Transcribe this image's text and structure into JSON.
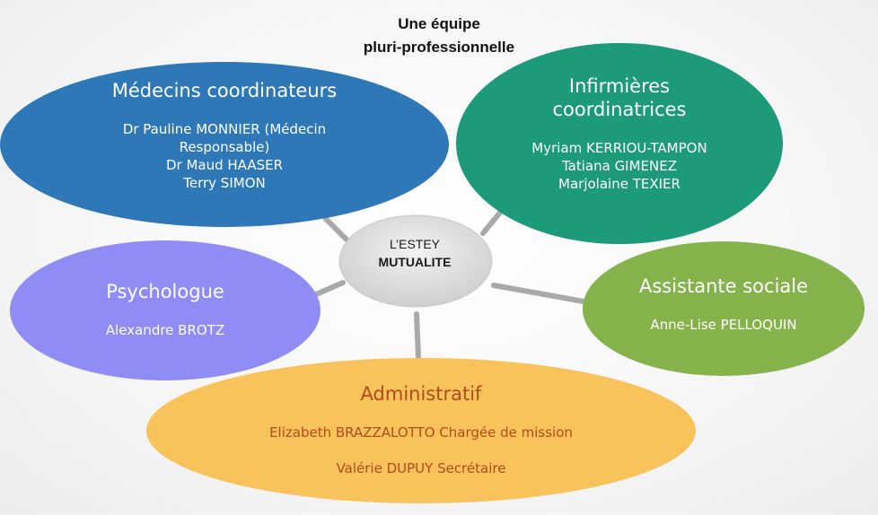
{
  "title": {
    "line1": "Une équipe",
    "line2": "pluri-professionnelle"
  },
  "center": {
    "line1": "L’ESTEY",
    "line2": "MUTUALITE"
  },
  "nodes": {
    "medecins": {
      "title": "Médecins coordinateurs",
      "lines": [
        "Dr Pauline MONNIER (Médecin",
        "Responsable)",
        "Dr Maud HAASER",
        "Terry SIMON"
      ],
      "color": "#2e78b8"
    },
    "infirmieres": {
      "title_line1": "Infirmières",
      "title_line2": "coordinatrices",
      "lines": [
        "Myriam KERRIOU-TAMPON",
        "Tatiana GIMENEZ",
        "Marjolaine TEXIER"
      ],
      "color": "#1c9a7a"
    },
    "psychologue": {
      "title": "Psychologue",
      "lines": [
        "Alexandre BROTZ"
      ],
      "color": "#8f8cf5"
    },
    "assistante": {
      "title": "Assistante sociale",
      "lines": [
        "Anne-Lise PELLOQUIN"
      ],
      "color": "#86b24c"
    },
    "administratif": {
      "title": "Administratif",
      "lines": [
        "Elizabeth BRAZZALOTTO  Chargée de mission",
        "Valérie DUPUY Secrétaire"
      ],
      "color": "#f8c35a"
    }
  },
  "center_color": "#d8d8d8",
  "connector_color": "#a9a9a9"
}
